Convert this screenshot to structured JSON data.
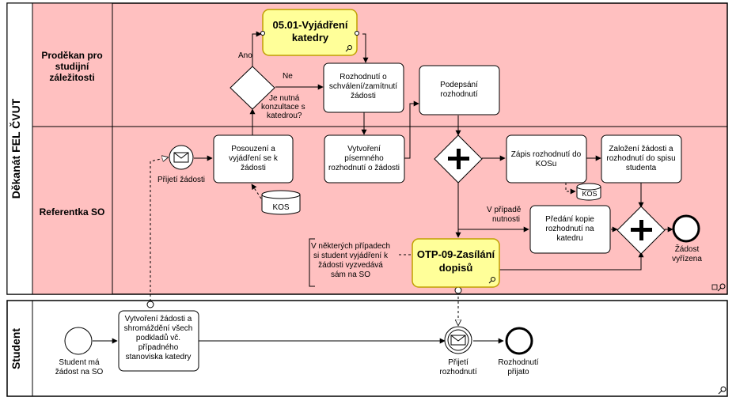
{
  "colors": {
    "pool_fill": "#ffc0c0",
    "pool_stroke": "#000000",
    "task_fill": "#ffffff",
    "subprocess_fill": "#ffff99",
    "subprocess_stroke": "#c0a000",
    "line": "#000000"
  },
  "pools": [
    {
      "name": "Děkanát FEL ČVUT",
      "lanes": [
        "Proděkan pro studijní záležitosti",
        "Referentka SO"
      ]
    },
    {
      "name": "Student",
      "lanes": []
    }
  ],
  "nodes": {
    "sub_0501": {
      "label": "05.01-Vyjádření katedry",
      "kind": "subprocess"
    },
    "gw_consult": {
      "label": "Je nutná konzultace s katedrou?",
      "kind": "exclusive-gateway"
    },
    "task_decide": {
      "label": "Rozhodnutí o schválení/zamítnutí žádosti",
      "kind": "task"
    },
    "task_sign": {
      "label": "Podepsání rozhodnutí",
      "kind": "task"
    },
    "evt_receive": {
      "label": "Přijetí žádosti",
      "kind": "message-start-event"
    },
    "task_assess": {
      "label": "Posouzení a vyjádření se k žádosti",
      "kind": "task"
    },
    "task_written": {
      "label": "Vytvoření písemného rozhodnutí o žádosti",
      "kind": "task"
    },
    "gw_split": {
      "label": "",
      "kind": "parallel-gateway"
    },
    "task_kos_entry": {
      "label": "Zápis rozhodnutí do KOSu",
      "kind": "task"
    },
    "task_file": {
      "label": "Založení žádosti a rozhodnutí do spisu studenta",
      "kind": "task"
    },
    "db_kos1": {
      "label": "KOS",
      "kind": "data-store"
    },
    "db_kos2": {
      "label": "KOS",
      "kind": "data-store"
    },
    "task_copy": {
      "label": "Předání kopie rozhodnutí na katedru",
      "kind": "task"
    },
    "gw_join": {
      "label": "",
      "kind": "parallel-gateway"
    },
    "evt_done": {
      "label": "Žádost vyřízena",
      "kind": "end-event"
    },
    "sub_otp09": {
      "label": "OTP-09-Zasílání dopisů",
      "kind": "subprocess"
    },
    "annotation": {
      "label": "V některých případech si student vyjádření k žádosti vyzvedává sám na SO",
      "kind": "annotation"
    },
    "stu_start": {
      "label": "Student má žádost na SO",
      "kind": "start-event"
    },
    "stu_create": {
      "label": "Vytvoření žádosti a shromáždění všech podkladů vč. případného stanoviska katedry",
      "kind": "task"
    },
    "stu_receive": {
      "label": "Přijetí rozhodnutí",
      "kind": "message-intermediate-event"
    },
    "stu_end": {
      "label": "Rozhodnutí přijato",
      "kind": "end-event"
    }
  },
  "flow_labels": {
    "yes": "Ano",
    "no": "Ne",
    "optional": "V případě nutnosti"
  }
}
